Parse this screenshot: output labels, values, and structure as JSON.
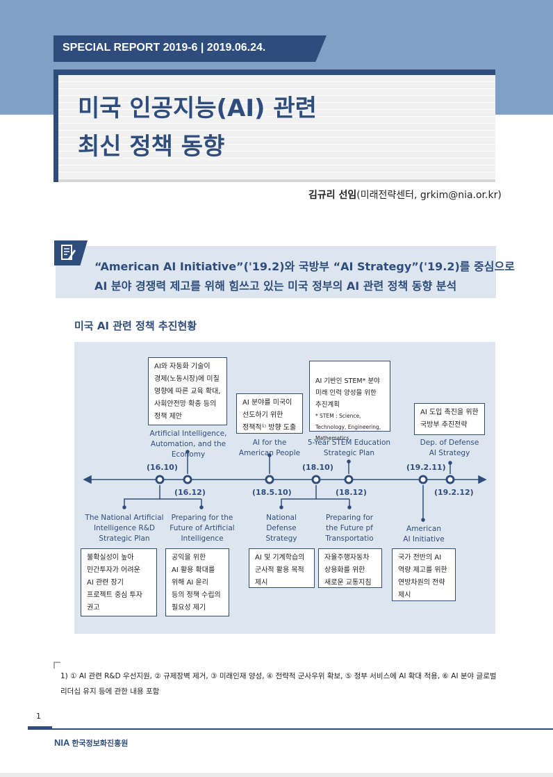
{
  "header": {
    "report_label": "SPECIAL REPORT 2019-6 | 2019.06.24.",
    "title_line1": "미국 인공지능(AI) 관련",
    "title_line2": "최신 정책 동향",
    "author_name": "김규리 선임",
    "author_affil": "(미래전략센터, grkim@nia.or.kr)"
  },
  "summary": {
    "icon": "memo-pencil-icon",
    "line1": "“American AI Initiative”('19.2)와 국방부 “AI Strategy”('19.2)를 중심으로",
    "line2": "AI 분야 경쟁력 제고를 위해 힘쓰고 있는 미국 정부의 AI 관련 정책 동향 분석"
  },
  "section_title": "미국 AI 관련 정책 추진현황",
  "timeline": {
    "top_events": [
      {
        "desc": "AI와 자동화 기술이\n경제(노동시장)에 미칠\n영향에 따른 교육 확대,\n사회안전망 확충 등의\n정책 제안",
        "label": "Artificial Intelligence,\nAutomation, and the\nEconomy"
      },
      {
        "desc": "AI 분야를 미국이\n선도하기 위한\n정책적¹⁾ 방향 도출",
        "label": "AI for the\nAmerican People"
      },
      {
        "desc": "AI 기반인 STEM* 분야\n미래 인력 양성을 위한\n추진계획",
        "note": "* STEM : Science,\nTechnology, Engineering,\nMathematics",
        "label": "5-Year STEM Education\nStrategic Plan"
      },
      {
        "desc": "AI 도입 촉진을 위한\n국방부 추진전략",
        "label": "Dep. of Defense\nAI Strategy"
      }
    ],
    "bottom_events": [
      {
        "label": "The National Artificial\nIntelligence R&D\nStrategic Plan",
        "desc": "불확실성이 높아\n민간투자가 어려운\nAI 관련 장기\n프로젝트 중심 투자\n권고"
      },
      {
        "label": "Preparing for the\nFuture of Artificial\nIntelligence",
        "desc": "공익을 위한\nAI 활용 확대를\n위해 AI 윤리\n등의 정책 수립의\n필요성 제기"
      },
      {
        "label": "National\nDefense\nStrategy",
        "desc": "AI 및 기계학습의\n군사적 활용 목적\n제시"
      },
      {
        "label": "Preparing for\nthe Future pf\nTransportatio",
        "desc": "자율주행자동차\n상용화를 위한\n새로운 교통지침"
      },
      {
        "label": "American\nAI Initiative",
        "desc": "국가 전반의 AI\n역량 제고를 위한\n연방차원의 전략\n제시"
      }
    ],
    "dates": [
      "(16.10)",
      "(16.12)",
      "(18.5.10)",
      "(18.10)",
      "(18.12)",
      "(19.2.11)",
      "(19.2.12)"
    ]
  },
  "footnote": "1) ① AI 관련 R&D 우선지원, ② 규제장벽 제거, ③ 미래인재 양성, ④ 전략적 군사우위 확보, ⑤ 정부 서비스에 AI 확대 적용, ⑥ AI 분야 글로벌\n리더십 유지 등에 관한 내용 포함",
  "footer": {
    "page_number": "1",
    "org_abbr": "NIA",
    "org_name": "한국정보화진흥원"
  },
  "colors": {
    "navy": "#2e4d7c",
    "top_band": "#7fa1c6",
    "panel": "#dde6ef"
  }
}
